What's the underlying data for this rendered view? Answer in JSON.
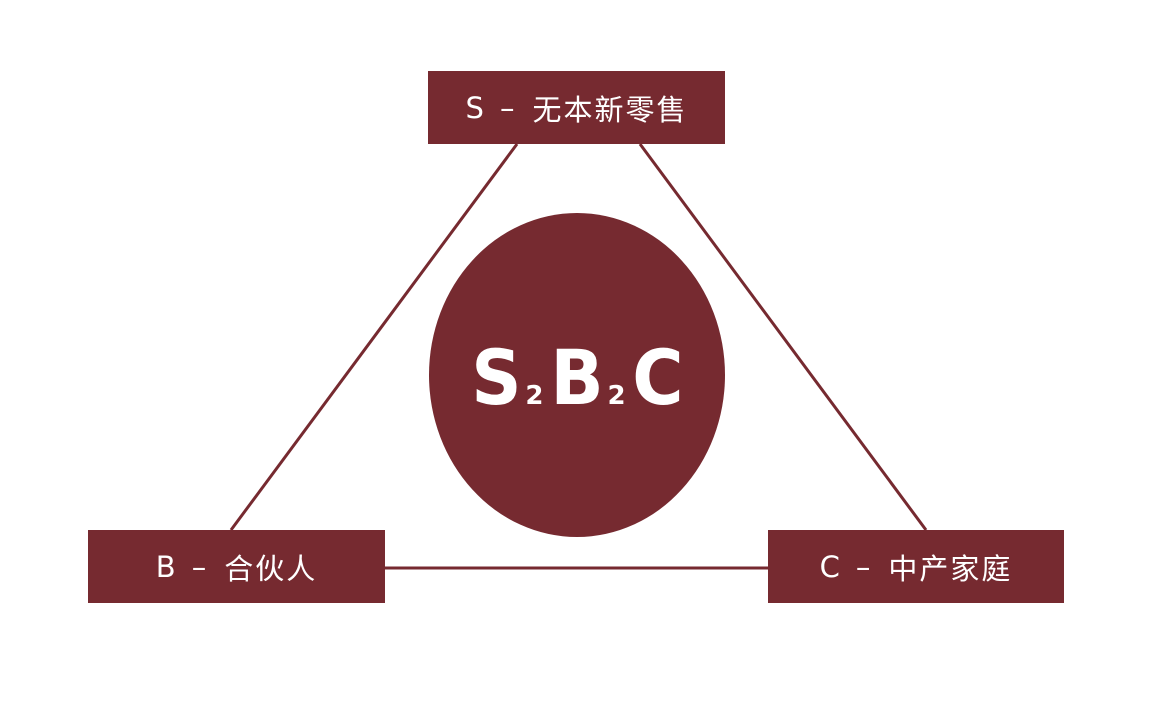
{
  "diagram": {
    "type": "triangle-relationship",
    "center": {
      "parts": [
        "S",
        "2",
        "B",
        "2",
        "C"
      ],
      "label": "S2B2C"
    },
    "nodes": [
      {
        "id": "S",
        "letter": "S",
        "dash": "–",
        "label": "无本新零售"
      },
      {
        "id": "B",
        "letter": "B",
        "dash": "–",
        "label": "合伙人"
      },
      {
        "id": "C",
        "letter": "C",
        "dash": "–",
        "label": "中产家庭"
      }
    ],
    "edges": [
      {
        "from": "S",
        "to": "B"
      },
      {
        "from": "S",
        "to": "C"
      },
      {
        "from": "B",
        "to": "C"
      }
    ],
    "colors": {
      "primary": "#762a30",
      "text": "#ffffff",
      "background": "#ffffff"
    }
  }
}
